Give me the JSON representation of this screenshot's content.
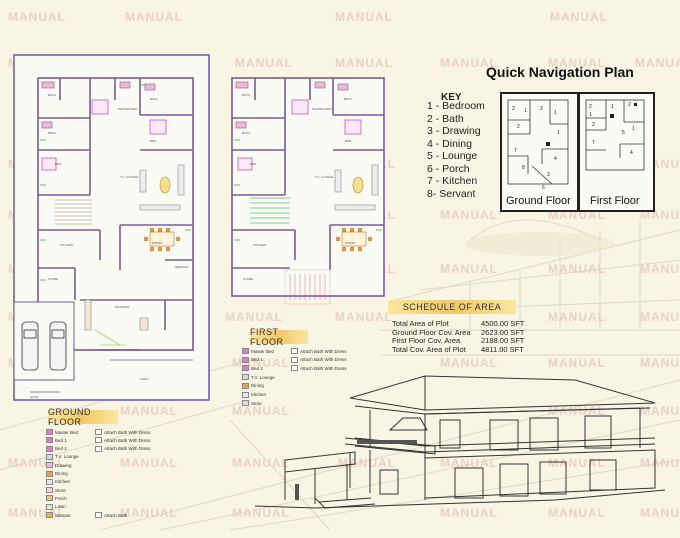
{
  "watermark": "MANUAL",
  "quick_nav": {
    "title": "Quick Navigation Plan",
    "key_title": "KEY",
    "key_items": [
      "1 - Bedroom",
      "2 - Bath",
      "3 - Drawing",
      "4 - Dining",
      "5 - Lounge",
      "6 - Porch",
      "7 - Kitchen",
      "8-  Servant"
    ],
    "ground_label": "Ground Floor",
    "first_label": "First Floor"
  },
  "ground_floor_legend": {
    "title": "GROUND FLOOR",
    "rows": [
      {
        "label": "Master Bed",
        "extra": "Attach Bath With Dress",
        "color": "#e07ad0"
      },
      {
        "label": "Bed 1",
        "extra": "Attach Bath With Dress",
        "color": "#e07ad0"
      },
      {
        "label": "Bed 2",
        "extra": "Attach Bath With Dress",
        "color": "#e07ad0"
      },
      {
        "label": "T.V. Lounge",
        "extra": "",
        "color": "#d6d6d6"
      },
      {
        "label": "Drawing",
        "extra": "",
        "color": "#f3b8e0"
      },
      {
        "label": "Dining",
        "extra": "",
        "color": "#f0a040"
      },
      {
        "label": "Kitchen",
        "extra": "",
        "color": "#e8e8e8"
      },
      {
        "label": "Store",
        "extra": "",
        "color": "#f4d0d8"
      },
      {
        "label": "Porch",
        "extra": "",
        "color": "#f0c080"
      },
      {
        "label": "Lawn",
        "extra": "",
        "color": "#d0f0c8"
      },
      {
        "label": "Servant",
        "extra": "Attach Bath",
        "color": "#f0b040"
      }
    ]
  },
  "first_floor_legend": {
    "title": "FIRST FLOOR",
    "rows": [
      {
        "label": "Master Bed",
        "extra": "Attach Bath With Dress",
        "color": "#e07ad0"
      },
      {
        "label": "Bed 1",
        "extra": "Attach Bath With Dress",
        "color": "#e07ad0"
      },
      {
        "label": "Bed 2",
        "extra": "Attach Bath With Dress",
        "color": "#e07ad0"
      },
      {
        "label": "T.V. Lounge",
        "extra": "",
        "color": "#d6d6d6"
      },
      {
        "label": "Dining",
        "extra": "",
        "color": "#f0a040"
      },
      {
        "label": "Kitchen",
        "extra": "",
        "color": "#e8e8e8"
      },
      {
        "label": "Store",
        "extra": "",
        "color": "#f4d0d8"
      }
    ]
  },
  "schedule": {
    "title": "SCHEDULE OF AREA",
    "rows": [
      {
        "label": "Total Area of Plot",
        "value": "4500.00 SFT"
      },
      {
        "label": "Ground Floor Cov. Area",
        "value": "2623.00 SFT"
      },
      {
        "label": "First Floor Cov. Area",
        "value": "2188.00 SFT"
      },
      {
        "label": "Total Cov. Area of Plot",
        "value": "4811.00 SFT"
      }
    ]
  },
  "colors": {
    "wall": "#7a5a9a",
    "plot": "#6a5aa8",
    "accent": "#f2c868",
    "dining": "#f0a040",
    "bed": "#e07ad0"
  }
}
